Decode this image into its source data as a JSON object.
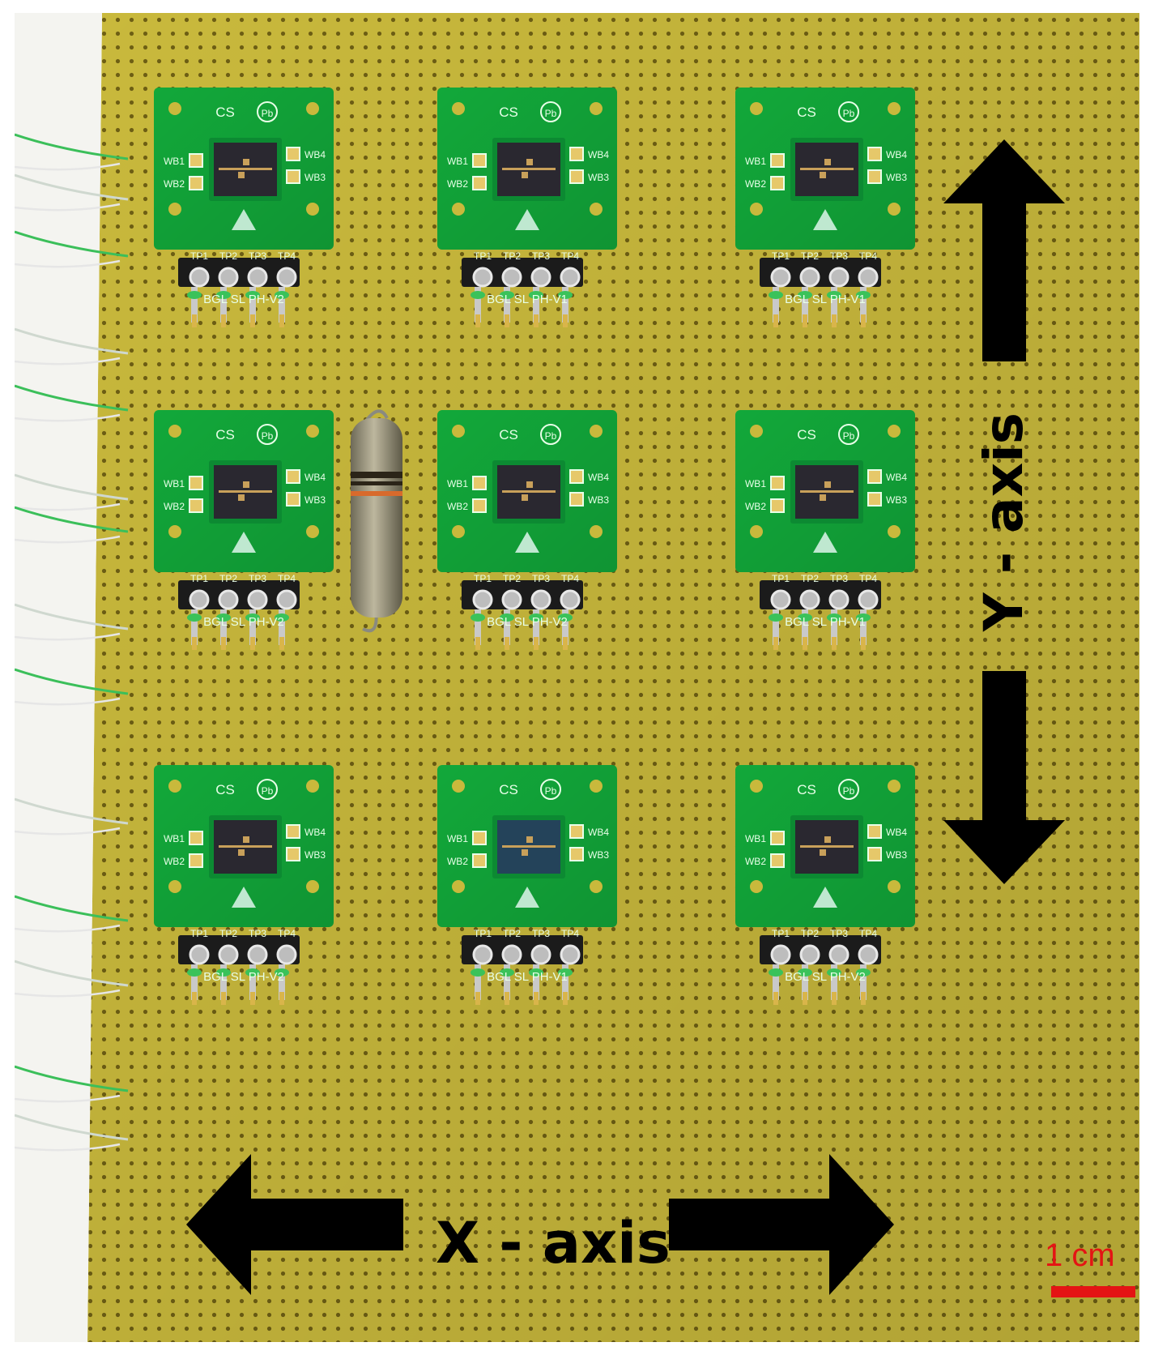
{
  "image_annotations": {
    "x_axis_label": "X - axis",
    "y_axis_label": "Y - axis",
    "scale_label": "1 cm"
  },
  "board_text": {
    "brand": "CS",
    "pb_mark": "Pb",
    "pads_left": [
      "WB1",
      "WB2"
    ],
    "pads_right": [
      "WB4",
      "WB3"
    ],
    "test_points": [
      "TP1",
      "TP2",
      "TP3",
      "TP4"
    ],
    "bottom_line_v1": "BGL SL PH-V1",
    "bottom_line_v2": "BGL SL PH-V2"
  },
  "sensor_grid": {
    "rows": 3,
    "columns": 3,
    "variants": [
      [
        "V2",
        "V1",
        "V1"
      ],
      [
        "V2",
        "V2",
        "V1"
      ],
      [
        "V2",
        "V1",
        "V2"
      ]
    ]
  },
  "colors": {
    "perfboard": "#c7b73a",
    "pcb_green": "#12a83a",
    "arrow": "#000000",
    "scale": "#e41414"
  }
}
